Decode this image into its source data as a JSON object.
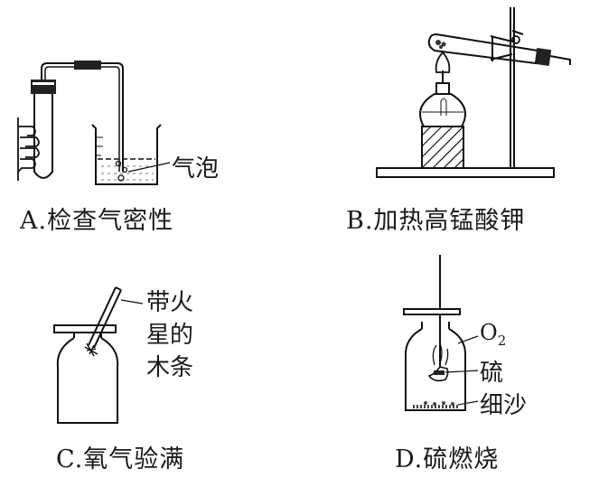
{
  "panels": [
    {
      "id": "A",
      "caption": "A.检查气密性",
      "labels": {
        "bubbles": "气泡"
      }
    },
    {
      "id": "B",
      "caption": "B.加热高锰酸钾"
    },
    {
      "id": "C",
      "caption": "C.氧气验满",
      "labels": {
        "splint_1": "带火",
        "splint_2": "星的",
        "splint_3": "木条"
      }
    },
    {
      "id": "D",
      "caption": "D.硫燃烧",
      "labels": {
        "o2": "O",
        "o2_sub": "2",
        "sulfur": "硫",
        "sand": "细沙"
      }
    }
  ]
}
